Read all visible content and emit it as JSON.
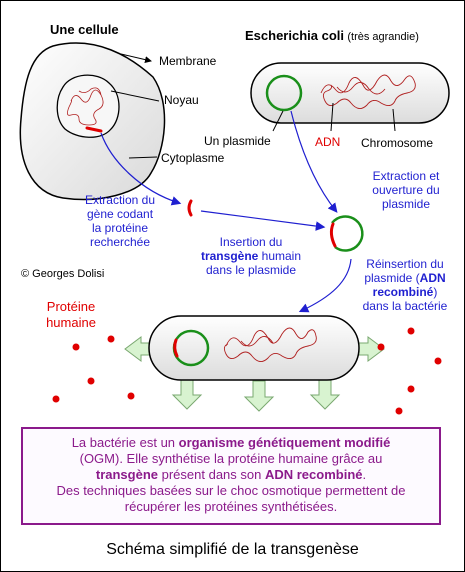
{
  "cell": {
    "title": "Une cellule",
    "membrane": "Membrane",
    "noyau": "Noyau",
    "cytoplasme": "Cytoplasme"
  },
  "ecoli": {
    "title": "Escherichia coli",
    "subtitle": "(très agrandie)",
    "plasmide": "Un plasmide",
    "adn": "ADN",
    "chromosome": "Chromosome"
  },
  "steps": {
    "extraction_gene": [
      "Extraction du",
      "gène codant",
      "la protéine",
      "recherchée"
    ],
    "extraction_plasmide": [
      "Extraction et",
      "ouverture du",
      "plasmide"
    ],
    "insertion": {
      "line1": "Insertion du",
      "bold2": "transgène",
      "line2_rest": " humain",
      "line3": "dans le plasmide"
    },
    "reinsertion": {
      "line1": "Réinsertion du",
      "line2_a": "plasmide (",
      "bold2": "ADN",
      "bold3": "recombiné",
      "line3_rest": ")",
      "line4": "dans la bactérie"
    }
  },
  "copyright": "© Georges Dolisi",
  "protein": [
    "Protéine",
    "humaine"
  ],
  "caption": {
    "p1": "La bactérie est un ",
    "p1_bold": "organisme génétiquement modifié",
    "p2": "(OGM). Elle synthétise la protéine humaine grâce au",
    "p3_bold": "transgène",
    "p3": " présent dans son ",
    "p3_bold2": "ADN recombiné",
    "p3_end": ".",
    "p4": "Des techniques basées sur le choc osmotique permettent de",
    "p5": "récupérer les protéines synthétisées."
  },
  "title": "Schéma simplifié de la transgenèse",
  "colors": {
    "blue_text": "#1f1fd0",
    "red": "#e00000",
    "green": "#1a8f1a",
    "purple": "#8b1a8b",
    "arrow_green_fill": "#d8f3d0"
  }
}
